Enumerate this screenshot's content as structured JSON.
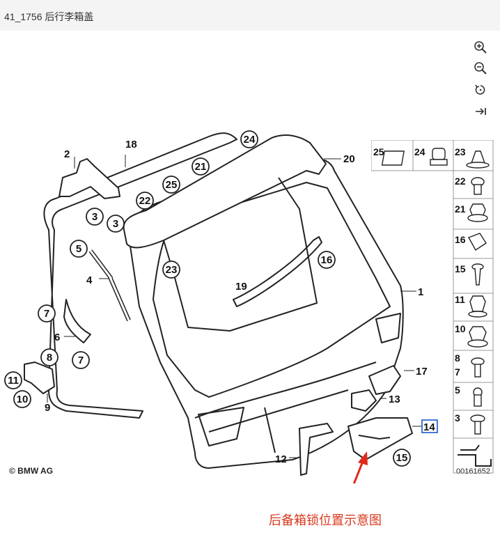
{
  "header": {
    "title": "41_1756 后行李箱盖"
  },
  "toolbar": [
    {
      "name": "zoom-in-icon"
    },
    {
      "name": "zoom-out-icon"
    },
    {
      "name": "reset-icon"
    },
    {
      "name": "next-page-icon"
    }
  ],
  "diagram": {
    "copyright": "© BMW AG",
    "image_number": "00161652",
    "callouts_plain": [
      "1",
      "2",
      "4",
      "6",
      "9",
      "12",
      "13",
      "14",
      "17",
      "18",
      "19",
      "20"
    ],
    "callouts_circled": [
      "3",
      "3",
      "5",
      "7",
      "7",
      "8",
      "10",
      "11",
      "15",
      "16",
      "21",
      "22",
      "23",
      "24",
      "25"
    ],
    "parts_table": [
      {
        "nums": [
          "25"
        ],
        "part": "retainer-clip"
      },
      {
        "nums": [
          "24"
        ],
        "part": "rubber-buffer"
      },
      {
        "nums": [
          "23"
        ],
        "part": "expanding-rivet"
      },
      {
        "nums": [
          "22"
        ],
        "part": "expanding-nut-screw"
      },
      {
        "nums": [
          "21"
        ],
        "part": "rubber-grommet"
      },
      {
        "nums": [
          "16"
        ],
        "part": "clip"
      },
      {
        "nums": [
          "15"
        ],
        "part": "screw"
      },
      {
        "nums": [
          "11"
        ],
        "part": "collar-nut"
      },
      {
        "nums": [
          "10"
        ],
        "part": "hex-nut"
      },
      {
        "nums": [
          "8",
          "7"
        ],
        "part": "bolt"
      },
      {
        "nums": [
          "5"
        ],
        "part": "ball-stud"
      },
      {
        "nums": [
          "3"
        ],
        "part": "hex-bolt"
      }
    ]
  },
  "caption": {
    "text": "后备箱锁位置示意图",
    "color": "#d9381e"
  },
  "colors": {
    "header_bg": "#f4f4f4",
    "highlight_box": "#1a56c8",
    "arrow": "#e0291a"
  }
}
